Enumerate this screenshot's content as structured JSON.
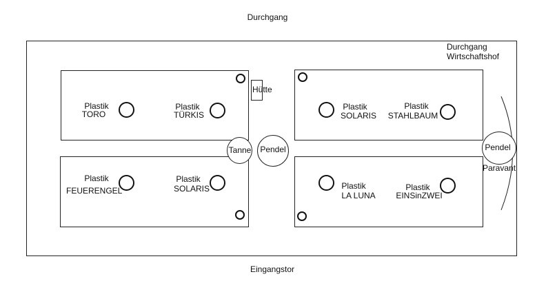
{
  "labels": {
    "top_passage": "Durchgang",
    "top_right_passage": "Durchgang",
    "top_right_yard": "Wirtschaftshof",
    "bottom_gate": "Eingangstor",
    "hut": "Hütte",
    "fir": "Tanne",
    "pendulum_center": "Pendel",
    "pendulum_right": "Pendel",
    "screen": "Paravant"
  },
  "beds": [
    {
      "plants": [
        {
          "line1": "Plastik",
          "line2": "TORO"
        },
        {
          "line1": "Plastik",
          "line2": "TÜRKIS"
        }
      ]
    },
    {
      "plants": [
        {
          "line1": "Plastik",
          "line2": "SOLARIS"
        },
        {
          "line1": "Plastik",
          "line2": "STAHLBAUM"
        }
      ]
    },
    {
      "plants": [
        {
          "line1": "Plastik",
          "line2": "FEUERENGEL"
        },
        {
          "line1": "Plastik",
          "line2": "SOLARIS"
        }
      ]
    },
    {
      "plants": [
        {
          "line1": "Plastik",
          "line2": "LA LUNA"
        },
        {
          "line1": "Plastik",
          "line2": "EINSinZWEI"
        }
      ]
    }
  ]
}
